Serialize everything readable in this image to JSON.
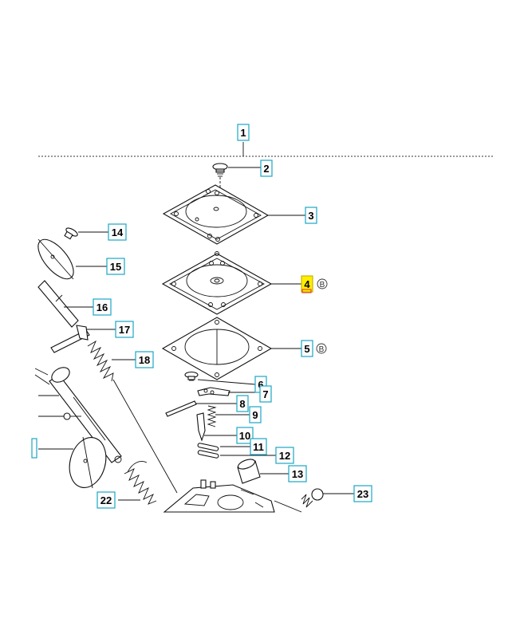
{
  "diagram": {
    "callouts": [
      {
        "id": "1",
        "label": "1"
      },
      {
        "id": "2",
        "label": "2"
      },
      {
        "id": "3",
        "label": "3"
      },
      {
        "id": "4",
        "label": "4",
        "highlighted": true,
        "mark": "B"
      },
      {
        "id": "5",
        "label": "5",
        "mark": "B"
      },
      {
        "id": "6",
        "label": "6"
      },
      {
        "id": "7",
        "label": "7"
      },
      {
        "id": "8",
        "label": "8"
      },
      {
        "id": "9",
        "label": "9"
      },
      {
        "id": "10",
        "label": "10"
      },
      {
        "id": "11",
        "label": "11"
      },
      {
        "id": "12",
        "label": "12"
      },
      {
        "id": "13",
        "label": "13"
      },
      {
        "id": "14",
        "label": "14"
      },
      {
        "id": "15",
        "label": "15"
      },
      {
        "id": "16",
        "label": "16"
      },
      {
        "id": "17",
        "label": "17"
      },
      {
        "id": "18",
        "label": "18"
      },
      {
        "id": "22",
        "label": "22"
      },
      {
        "id": "23",
        "label": "23"
      }
    ],
    "colors": {
      "callout_border": "#1aa7c4",
      "highlight_fill": "#ffee00",
      "highlight_underline": "#e03030",
      "line": "#111111"
    }
  }
}
